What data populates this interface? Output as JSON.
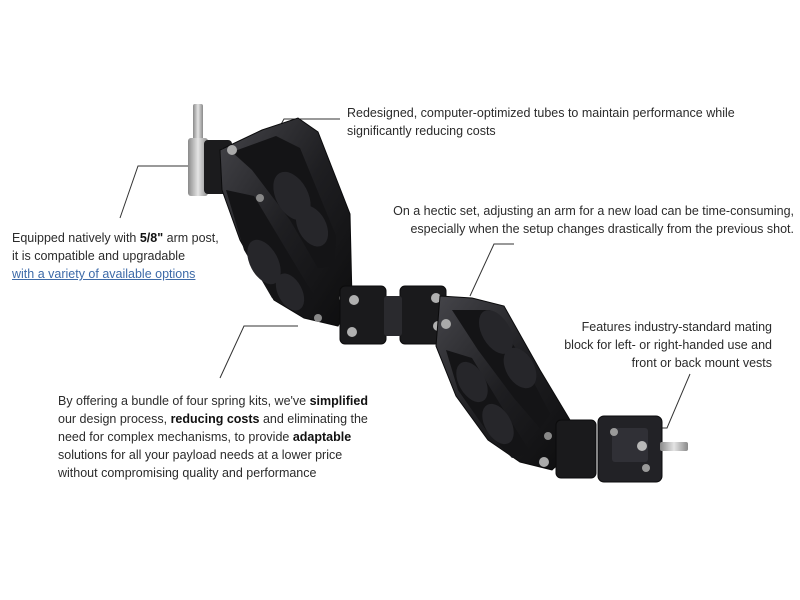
{
  "callouts": {
    "tubes": {
      "line1": "Redesigned, computer-optimized tubes to maintain performance while",
      "line2": "significantly reducing costs"
    },
    "arm_post": {
      "line1_pre": "Equipped natively with ",
      "line1_bold": "5/8\"",
      "line1_post": " arm post,",
      "line2": "it is compatible and upgradable",
      "link": "with a variety of available options"
    },
    "hectic_set": {
      "line1": "On a hectic set, adjusting an arm for a new load can be time-consuming,",
      "line2": "especially when the setup changes drastically from the previous shot."
    },
    "mating_block": {
      "line1": "Features industry-standard mating",
      "line2": "block for left- or right-handed use and",
      "line3": "front or back mount vests"
    },
    "spring_kits": {
      "line1_pre": "By offering a bundle of four spring kits, we've ",
      "line1_bold": "simplified",
      "line2_pre": "our design process, ",
      "line2_bold": "reducing costs",
      "line2_post": " and eliminating the",
      "line3_pre": "need for complex mechanisms, to provide ",
      "line3_bold": "adaptable",
      "line4": "solutions for all your payload needs at a lower price",
      "line5": "without compromising quality and performance"
    }
  },
  "colors": {
    "arm_body": "#1c1c1e",
    "arm_highlight": "#3a3a3e",
    "metal": "#b8b8b8",
    "link": "#3d6aa8",
    "leader_line": "#333333"
  }
}
